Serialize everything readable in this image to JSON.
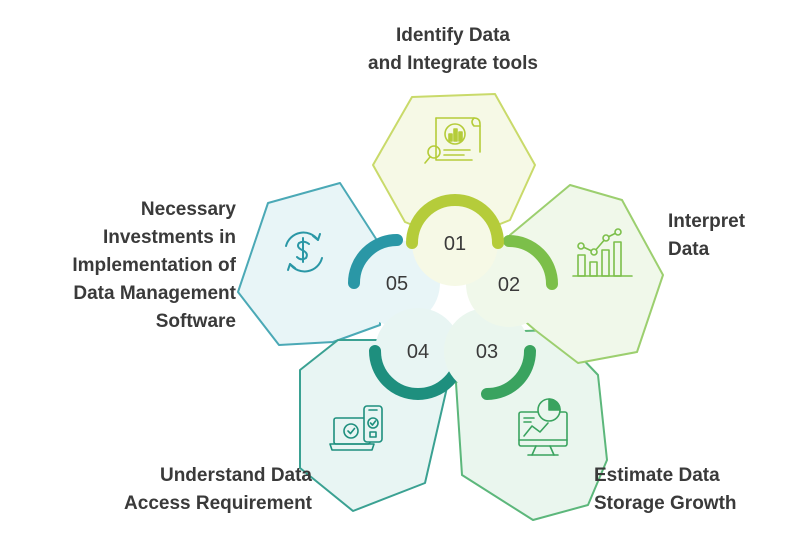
{
  "steps": [
    {
      "number": "01",
      "label": [
        "Identify Data",
        "and Integrate tools"
      ],
      "icon": "document-chart-search-icon",
      "color": "#b5cc3a",
      "light": "#f6f9e6",
      "outline": "#c9da6a"
    },
    {
      "number": "02",
      "label": [
        "Interpret",
        "Data"
      ],
      "icon": "bar-trend-chart-icon",
      "color": "#7cbf4a",
      "light": "#f0f8ea",
      "outline": "#9ccf6f"
    },
    {
      "number": "03",
      "label": [
        "Estimate Data",
        "Storage Growth"
      ],
      "icon": "monitor-analytics-icon",
      "color": "#3aa35f",
      "light": "#eaf6ee",
      "outline": "#5cb77b"
    },
    {
      "number": "04",
      "label": [
        "Understand Data",
        "Access Requirement"
      ],
      "icon": "laptop-phone-check-icon",
      "color": "#1e8f7e",
      "light": "#e8f5f3",
      "outline": "#3aa192"
    },
    {
      "number": "05",
      "label": [
        "Necessary",
        "Investments in",
        "Implementation of",
        "Data Management",
        "Software"
      ],
      "icon": "dollar-cycle-icon",
      "color": "#2a97a6",
      "light": "#e8f5f7",
      "outline": "#4ba9b6"
    }
  ]
}
